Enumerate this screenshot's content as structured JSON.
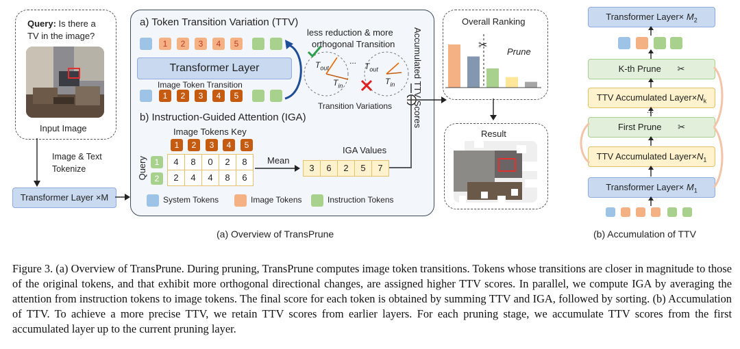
{
  "left_panel": {
    "query_bold": "Query:",
    "query_text_1": "Is there a",
    "query_text_2": "TV in the image?",
    "input_image_label": "Input Image",
    "tokenize_label_1": "Image & Text",
    "tokenize_label_2": "Tokenize",
    "transformer_label": "Transformer Layer",
    "transformer_mult": "×M"
  },
  "ttv": {
    "title": "a) Token Transition Variation (TTV)",
    "transformer_layer_label": "Transformer Layer",
    "image_token_transition_label": "Image Token Transition",
    "top_tokens": [
      "1",
      "2",
      "3",
      "4",
      "5"
    ],
    "bottom_tokens": [
      "1",
      "2",
      "3",
      "4",
      "5"
    ],
    "reduction_text_1": "less reduction & more",
    "reduction_text_2": "orthogonal Transition",
    "t_out": "T",
    "t_out_sub": "out",
    "t_in": "T",
    "t_in_sub": "in",
    "ellipsis": "...",
    "variations_label": "Transition Variations",
    "accumulated_label": "Accumulated TTV Scores"
  },
  "iga": {
    "title": "b) Instruction-Guided Attention (IGA)",
    "keys_label": "Image Tokens Key",
    "key_tokens": [
      "1",
      "2",
      "3",
      "4",
      "5"
    ],
    "query_label": "Query",
    "query_tokens": [
      "1",
      "2"
    ],
    "matrix": [
      [
        "4",
        "8",
        "0",
        "2",
        "8"
      ],
      [
        "2",
        "4",
        "4",
        "8",
        "6"
      ]
    ],
    "mean_label": "Mean",
    "values_label": "IGA Values",
    "values": [
      "3",
      "6",
      "2",
      "5",
      "7"
    ]
  },
  "legend": {
    "system": "System Tokens",
    "image": "Image Tokens",
    "instruction": "Instruction Tokens"
  },
  "ranking": {
    "title": "Overall Ranking",
    "prune_label": "Prune",
    "result_label": "Result",
    "bars": [
      0.9,
      0.65,
      0.4,
      0.22,
      0.12
    ]
  },
  "right_panel": {
    "layer_top": "Transformer Layer×",
    "layer_top_sym": "M",
    "layer_top_sub": "2",
    "kth_prune": "K-th Prune",
    "ttv_k": "TTV Accumulated Layer×",
    "ttv_k_sym": "N",
    "ttv_k_sub": "k",
    "dots": "...",
    "first_prune": "First Prune",
    "ttv_1": "TTV Accumulated Layer×",
    "ttv_1_sym": "N",
    "ttv_1_sub": "1",
    "layer_bottom": "Transformer Layer×",
    "layer_bottom_sym": "M",
    "layer_bottom_sub": "1"
  },
  "captions": {
    "a": "(a) Overview of TransPrune",
    "b": "(b) Accumulation of TTV"
  },
  "figure_caption": "Figure 3. (a) Overview of TransPrune. During pruning, TransPrune computes image token transitions. Tokens whose transitions are closer in magnitude to those of the original tokens, and that exhibit more orthogonal directional changes, are assigned higher TTV scores. In parallel, we compute IGA by averaging the attention from instruction tokens to image tokens. The final score for each token is obtained by summing TTV and IGA, followed by sorting. (b) Accumulation of TTV. To achieve a more precise TTV, we retain TTV scores from earlier layers. For each pruning stage, we accumulate TTV scores from the first accumulated layer up to the current pruning layer.",
  "colors": {
    "system_token": "#9dc3e6",
    "image_token": "#f4b183",
    "image_token_dark": "#c55a11",
    "instruction_token": "#a9d18e",
    "transformer_fill": "#c9daf0",
    "iga_fill": "#fff2cc",
    "ranking_bars": [
      "#f4b183",
      "#8497b0",
      "#a9d18e",
      "#ffe699",
      "#a6a6a6"
    ]
  }
}
